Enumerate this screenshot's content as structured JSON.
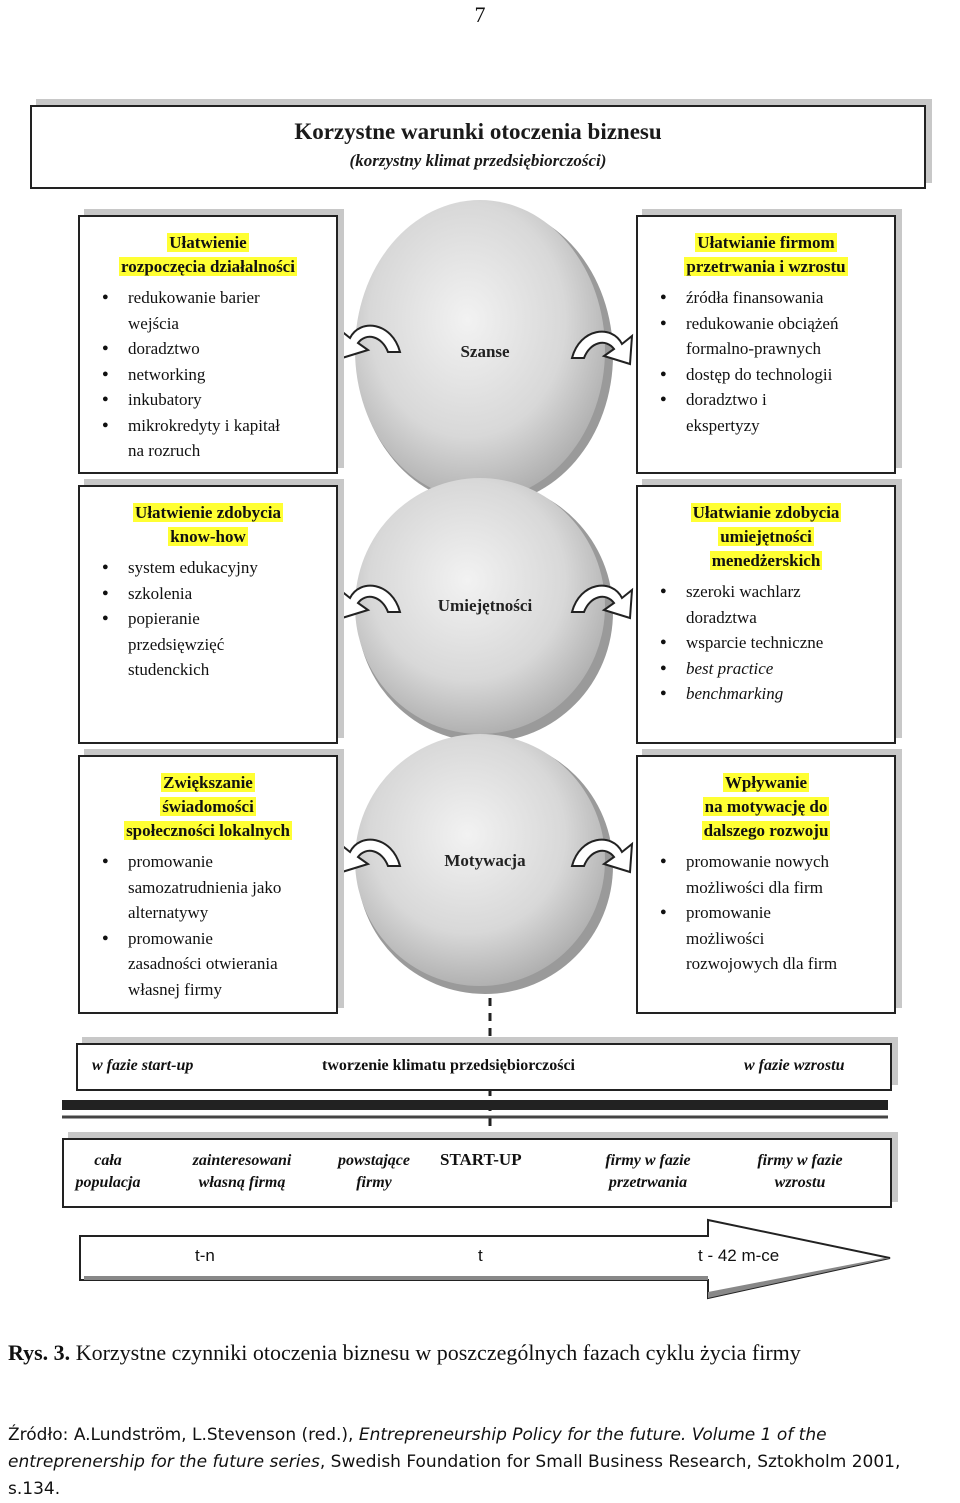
{
  "page_number": "7",
  "title": "Korzystne warunki otoczenia biznesu",
  "subtitle": "(korzystny klimat przedsiębiorczości)",
  "center_labels": [
    "Szanse",
    "Umiejętności",
    "Motywacja"
  ],
  "left_panels": [
    {
      "heading": [
        "Ułatwienie",
        "rozpoczęcia działalności"
      ],
      "items": [
        [
          "redukowanie barier",
          "wejścia"
        ],
        [
          "doradztwo"
        ],
        [
          "networking"
        ],
        [
          "inkubatory"
        ],
        [
          "mikrokredyty i kapitał",
          "na rozruch"
        ]
      ]
    },
    {
      "heading": [
        "Ułatwienie zdobycia",
        "know-how"
      ],
      "items": [
        [
          "system edukacyjny"
        ],
        [
          "szkolenia"
        ],
        [
          "popieranie",
          "przedsięwzięć",
          "studenckich"
        ]
      ]
    },
    {
      "heading": [
        "Zwiększanie",
        "świadomości",
        "społeczności lokalnych"
      ],
      "items": [
        [
          "promowanie",
          "samozatrudnienia jako",
          "alternatywy"
        ],
        [
          "promowanie",
          "zasadności otwierania",
          "własnej firmy"
        ]
      ]
    }
  ],
  "right_panels": [
    {
      "heading": [
        "Ułatwianie firmom",
        "przetrwania i wzrostu"
      ],
      "items": [
        [
          "źródła finansowania"
        ],
        [
          "redukowanie obciążeń",
          "formalno-prawnych"
        ],
        [
          "dostęp do technologii"
        ],
        [
          "doradztwo i",
          "ekspertyzy"
        ]
      ]
    },
    {
      "heading": [
        "Ułatwianie zdobycia",
        "umiejętności",
        "menedżerskich"
      ],
      "items": [
        [
          "szeroki wachlarz",
          "doradztwa"
        ],
        [
          "wsparcie techniczne"
        ],
        [
          "best practice"
        ],
        [
          "benchmarking"
        ]
      ]
    },
    {
      "heading": [
        "Wpływanie",
        "na motywację do",
        "dalszego rozwoju"
      ],
      "items": [
        [
          "promowanie nowych",
          "możliwości dla firm"
        ],
        [
          "promowanie",
          "możliwości",
          "rozwojowych dla firm"
        ]
      ]
    }
  ],
  "phase": {
    "left": "w fazie start-up",
    "middle": "tworzenie klimatu przedsiębiorczości",
    "right": "w fazie wzrostu"
  },
  "stages": {
    "s1": [
      "cała",
      "populacja"
    ],
    "s2": [
      "zainteresowani",
      "własną firmą"
    ],
    "s3": [
      "powstające",
      "firmy"
    ],
    "s4": "START-UP",
    "s5": [
      "firmy w fazie",
      "przetrwania"
    ],
    "s6": [
      "firmy w fazie",
      "wzrostu"
    ]
  },
  "timeline": {
    "t1": "t-n",
    "t2": "t",
    "t3": "t - 42 m-ce"
  },
  "caption": {
    "prefix": "Rys. 3.",
    "text": "Korzystne czynniki otoczenia biznesu w poszczególnych fazach cyklu życia firmy"
  },
  "source": {
    "label": "Źródło: A.Lundström, L.Stevenson (red.), ",
    "title": "Entrepreneurship Policy for the future. Volume 1 of the entreprenership for the future series",
    "rest": ", Swedish Foundation for Small Business Research, Sztokholm 2001, s.134."
  }
}
